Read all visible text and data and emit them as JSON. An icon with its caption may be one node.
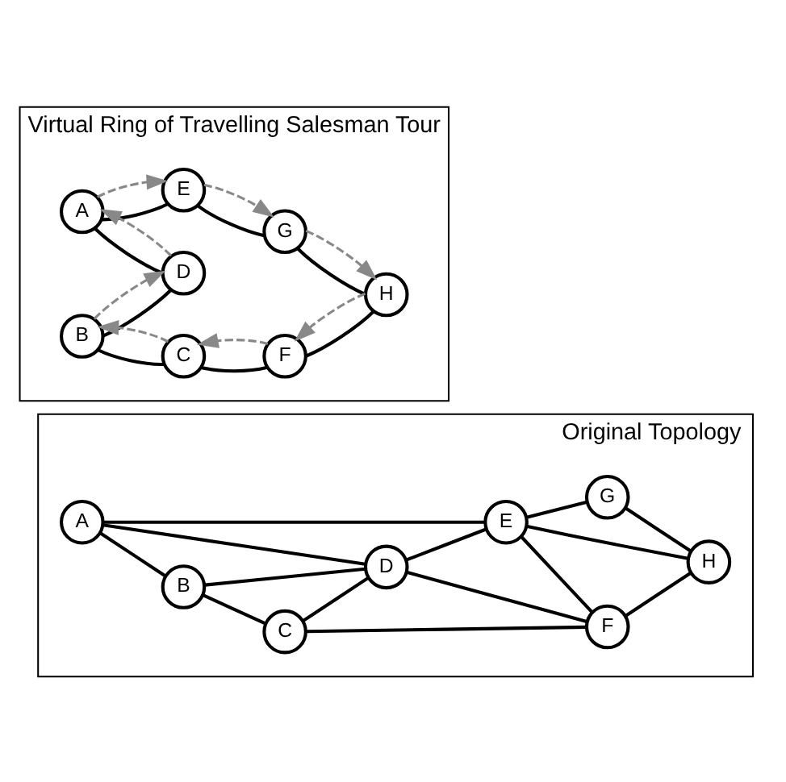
{
  "diagram": {
    "nodes": [
      {
        "text": [
          "Original Topology"
        ]
      },
      {
        "text": [
          "A"
        ],
        "in": 0
      },
      {
        "text": [
          "B"
        ],
        "in": 0
      },
      {
        "text": [
          "C"
        ],
        "in": 0
      },
      {
        "text": [
          "D"
        ],
        "in": 0
      },
      {
        "text": [
          "E"
        ],
        "in": 0
      },
      {
        "text": [
          "F"
        ],
        "in": 0
      },
      {
        "text": [
          "G"
        ],
        "in": 0
      },
      {
        "text": [
          "H"
        ],
        "in": 0
      },
      {
        "text": [
          "Virtual Ring of Travelling Salesman Tour"
        ]
      },
      {
        "text": [
          "A"
        ],
        "in": 9
      },
      {
        "text": [
          "B"
        ],
        "in": 9
      },
      {
        "text": [
          "C"
        ],
        "in": 9
      },
      {
        "text": [
          "D"
        ],
        "in": 9
      },
      {
        "text": [
          "E"
        ],
        "in": 9
      },
      {
        "text": [
          "F"
        ],
        "in": 9
      },
      {
        "text": [
          "G"
        ],
        "in": 9
      },
      {
        "text": [
          "H"
        ],
        "in": 9
      }
    ],
    "edges": [
      {
        "from": 1,
        "to": 5,
        "arrow": "none"
      },
      {
        "from": 1,
        "to": 2,
        "arrow": "none"
      },
      {
        "from": 1,
        "to": 4,
        "arrow": "none"
      },
      {
        "from": 2,
        "to": 4,
        "arrow": "none"
      },
      {
        "from": 2,
        "to": 3,
        "arrow": "none"
      },
      {
        "from": 3,
        "to": 4,
        "arrow": "none"
      },
      {
        "from": 4,
        "to": 5,
        "arrow": "none"
      },
      {
        "from": 4,
        "to": 6,
        "arrow": "none"
      },
      {
        "from": 5,
        "to": 6,
        "arrow": "none"
      },
      {
        "from": 5,
        "to": 7,
        "arrow": "none"
      },
      {
        "from": 5,
        "to": 8,
        "arrow": "none"
      },
      {
        "from": 7,
        "to": 8,
        "arrow": "none"
      },
      {
        "from": 6,
        "to": 8,
        "arrow": "none"
      },
      {
        "from": 3,
        "to": 6,
        "arrow": "none"
      },
      {
        "from": 10,
        "to": 14,
        "arrow": "none"
      },
      {
        "from": 10,
        "to": 13,
        "arrow": "none"
      },
      {
        "from": 11,
        "to": 13,
        "arrow": "none"
      },
      {
        "from": 11,
        "to": 12,
        "arrow": "none"
      },
      {
        "from": 12,
        "to": 15,
        "arrow": "none"
      },
      {
        "from": 15,
        "to": 17,
        "arrow": "none"
      },
      {
        "from": 16,
        "to": 17,
        "arrow": "none"
      },
      {
        "from": 14,
        "to": 16,
        "arrow": "none"
      },
      {
        "from": 10,
        "to": 14,
        "arrow": "to",
        "style": "dashed",
        "color": "#888888"
      },
      {
        "from": 14,
        "to": 16,
        "arrow": "to",
        "style": "dashed",
        "color": "#888888"
      },
      {
        "from": 16,
        "to": 17,
        "arrow": "to",
        "style": "dashed",
        "color": "#888888"
      },
      {
        "from": 17,
        "to": 15,
        "arrow": "to",
        "style": "dashed",
        "color": "#888888"
      },
      {
        "from": 15,
        "to": 12,
        "arrow": "to",
        "style": "dashed",
        "color": "#888888"
      },
      {
        "from": 12,
        "to": 11,
        "arrow": "to",
        "style": "dashed",
        "color": "#888888"
      },
      {
        "from": 11,
        "to": 13,
        "arrow": "to",
        "style": "dashed",
        "color": "#888888"
      },
      {
        "from": 13,
        "to": 10,
        "arrow": "to",
        "style": "dashed",
        "color": "#888888"
      }
    ]
  }
}
